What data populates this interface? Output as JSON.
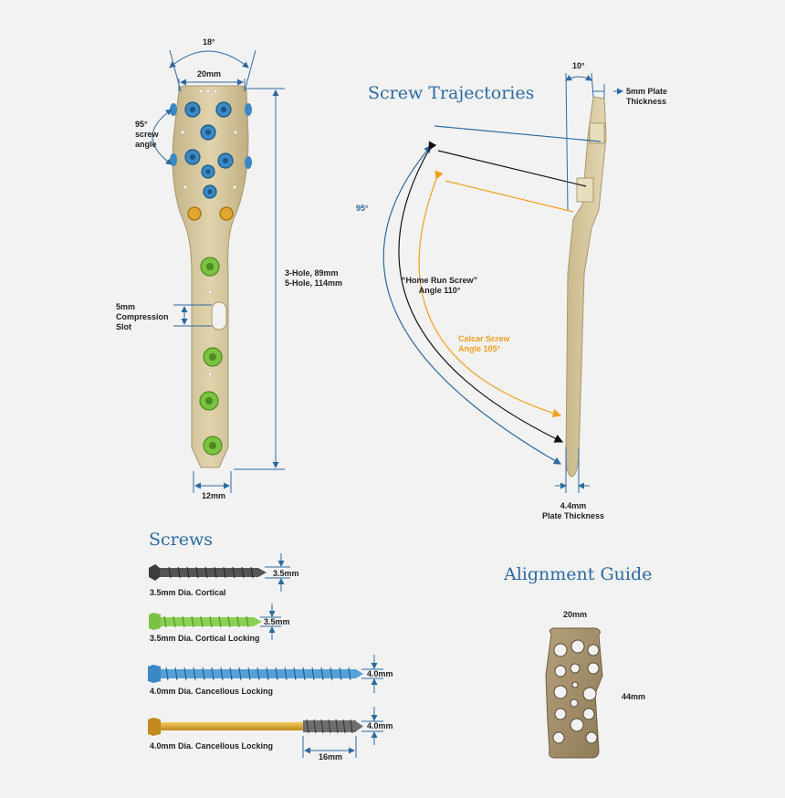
{
  "sections": {
    "trajectories_title": "Screw Trajectories",
    "screws_title": "Screws",
    "guide_title": "Alignment Guide"
  },
  "plate_front": {
    "top_angle": "18°",
    "top_width": "20mm",
    "screw_angle": "95°\nscrew\nangle",
    "compression_slot": "5mm\nCompression\nSlot",
    "length": "3-Hole, 89mm\n5-Hole, 114mm",
    "bottom_width": "12mm"
  },
  "plate_side": {
    "tilt_angle": "10°",
    "top_thickness": "5mm Plate\nThickness",
    "angle_95": "95°",
    "home_run": "“Home Run Screw”\nAngle 110°",
    "calcar": "Calcar Screw\nAngle 105°",
    "bottom_thickness": "4.4mm\nPlate Thickness"
  },
  "screws": [
    {
      "name": "3.5mm Dia. Cortical",
      "dimension": "3.5mm"
    },
    {
      "name": "3.5mm Dia. Cortical Locking",
      "dimension": "3.5mm"
    },
    {
      "name": "4.0mm Dia. Cancellous Locking",
      "dimension": "4.0mm"
    },
    {
      "name": "4.0mm Dia. Cancellous Locking",
      "dimension": "4.0mm",
      "thread_length": "16mm"
    }
  ],
  "guide": {
    "width": "20mm",
    "height": "44mm"
  },
  "colors": {
    "heading": "#2e6a9e",
    "dimension": "#2e6a9e",
    "calcar": "#f2a020",
    "plate": "#d4c59a",
    "screw_blue": "#3a88c4",
    "screw_green": "#7cc242",
    "screw_gold": "#e0a830",
    "screw_dark": "#3c3c3c"
  }
}
